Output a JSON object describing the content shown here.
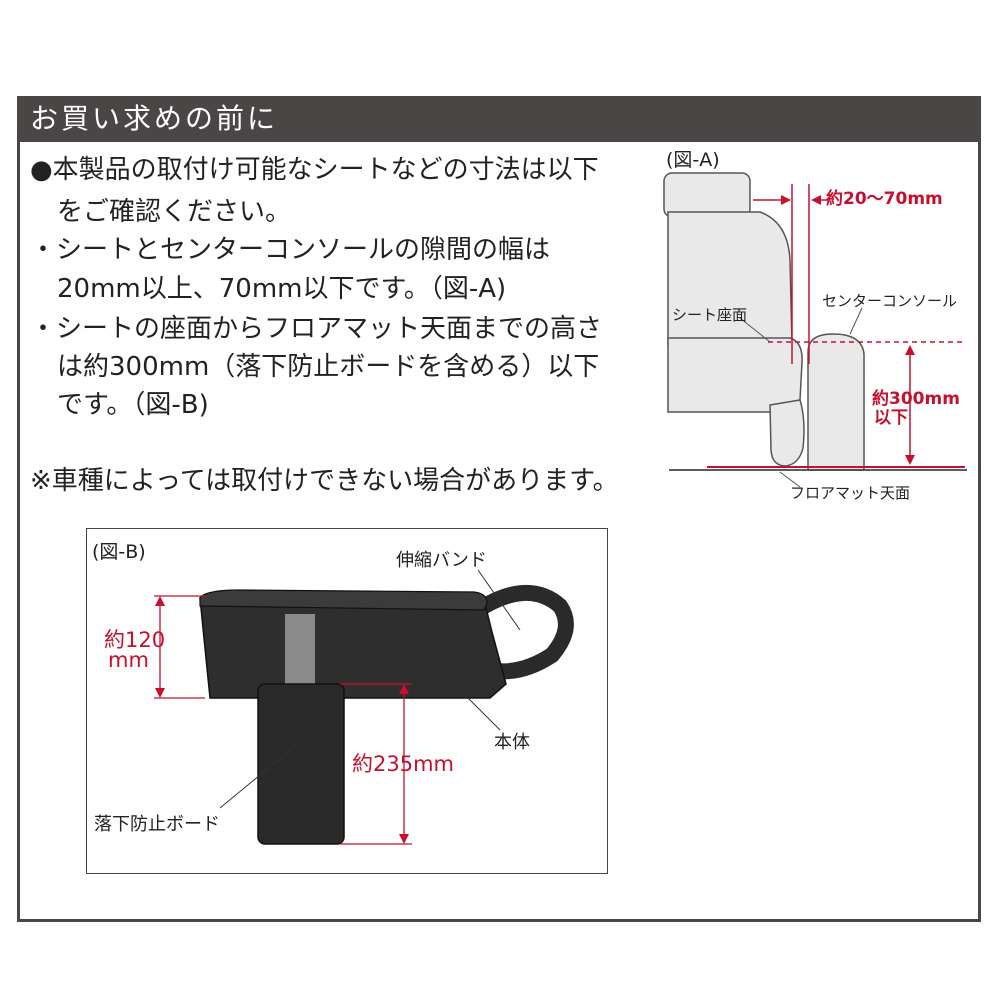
{
  "header": {
    "title": "お買い求めの前に"
  },
  "body": {
    "lines": [
      "●本製品の取付け可能なシートなどの寸法は以下",
      "をご確認ください。",
      "・シートとセンターコンソールの隙間の幅は",
      "20mm以上、70mm以下です。（図-A)",
      "・シートの座面からフロアマット天面までの高さ",
      "は約300mm（落下防止ボードを含める）以下",
      "です。（図-B)",
      "※車種によっては取付けできない場合があります。"
    ]
  },
  "figure_a": {
    "label": "(図-A)",
    "gap_dimension": "約20～70mm",
    "seat_surface_label": "シート座面",
    "console_label": "センターコンソール",
    "height_dimension_line1": "約300mm",
    "height_dimension_line2": "以下",
    "floor_label": "フロアマット天面"
  },
  "figure_b": {
    "label": "(図-B)",
    "band_label": "伸縮バンド",
    "height_dimension_line1": "約120",
    "height_dimension_line2": "mm",
    "body_label": "本体",
    "board_height_dimension": "約235mm",
    "board_label": "落下防止ボード"
  },
  "colors": {
    "header_bg": "#4a4645",
    "dimension_red": "#c8102e",
    "product_dark": "#2a2a2a",
    "seat_gray": "#e9e9e9"
  }
}
